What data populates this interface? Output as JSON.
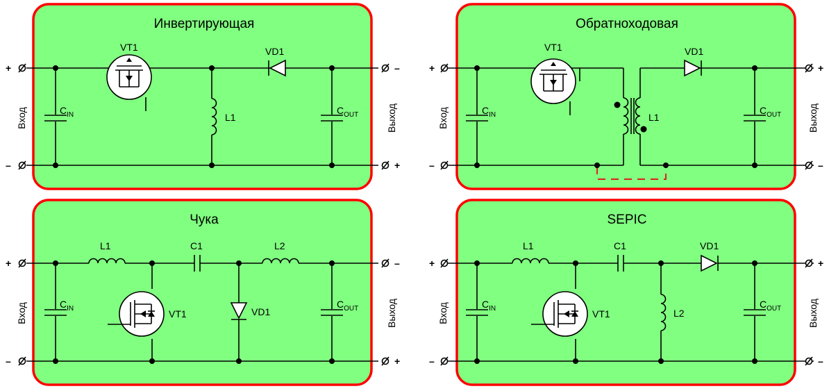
{
  "panels": {
    "inverting": {
      "title": "Инвертирующая",
      "transistor": "VT1",
      "diode": "VD1",
      "inductor": "L1",
      "cin": "C",
      "cin_sub": "IN",
      "cout": "C",
      "cout_sub": "OUT",
      "input_label": "Вход",
      "output_label": "Выход",
      "in_top": "+",
      "in_bottom": "–",
      "out_top": "–",
      "out_bottom": "+"
    },
    "flyback": {
      "title": "Обратноходовая",
      "transistor": "VT1",
      "diode": "VD1",
      "transformer": "L1",
      "cin": "C",
      "cin_sub": "IN",
      "cout": "C",
      "cout_sub": "OUT",
      "input_label": "Вход",
      "output_label": "Выход",
      "in_top": "+",
      "in_bottom": "–",
      "out_top": "+",
      "out_bottom": "–"
    },
    "cuk": {
      "title": "Чука",
      "inductor1": "L1",
      "capacitor": "C1",
      "inductor2": "L2",
      "transistor": "VT1",
      "diode": "VD1",
      "cin": "C",
      "cin_sub": "IN",
      "cout": "C",
      "cout_sub": "OUT",
      "input_label": "Вход",
      "output_label": "Выход",
      "in_top": "+",
      "in_bottom": "–",
      "out_top": "–",
      "out_bottom": "+"
    },
    "sepic": {
      "title": "SEPIC",
      "inductor1": "L1",
      "capacitor": "C1",
      "inductor2": "L2",
      "transistor": "VT1",
      "diode": "VD1",
      "cin": "C",
      "cin_sub": "IN",
      "cout": "C",
      "cout_sub": "OUT",
      "input_label": "Вход",
      "output_label": "Выход",
      "in_top": "+",
      "in_bottom": "–",
      "out_top": "+",
      "out_bottom": "–"
    }
  },
  "colors": {
    "panel_fill": "#80ff80",
    "panel_border": "#ff0000",
    "ground_link": "#e02020",
    "line": "#000000"
  }
}
